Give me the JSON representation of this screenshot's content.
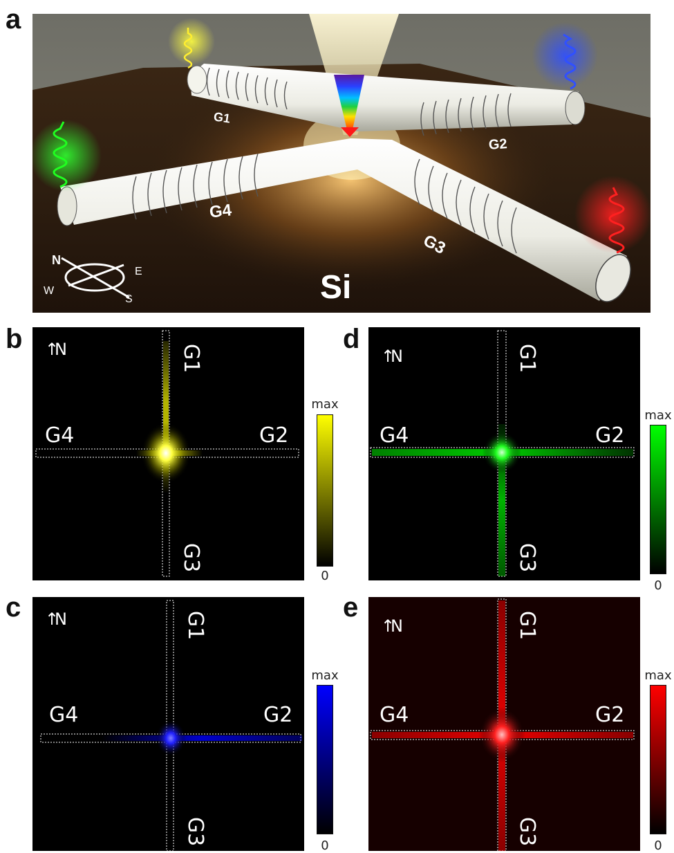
{
  "panels": {
    "a": {
      "label": "a",
      "material": "Si",
      "gratings": [
        "G1",
        "G2",
        "G3",
        "G4"
      ],
      "compass": {
        "n": "N",
        "e": "E",
        "s": "S",
        "w": "W"
      }
    },
    "b": {
      "label": "b",
      "north": "N",
      "g1": "G1",
      "g2": "G2",
      "g3": "G3",
      "g4": "G4",
      "cmax": "max",
      "cmin": "0",
      "color": "#ffff00"
    },
    "c": {
      "label": "c",
      "north": "N",
      "g1": "G1",
      "g2": "G2",
      "g3": "G3",
      "g4": "G4",
      "cmax": "max",
      "cmin": "0",
      "color": "#0000ff"
    },
    "d": {
      "label": "d",
      "north": "N",
      "g1": "G1",
      "g2": "G2",
      "g3": "G3",
      "g4": "G4",
      "cmax": "max",
      "cmin": "0",
      "color": "#00ff00"
    },
    "e": {
      "label": "e",
      "north": "N",
      "g1": "G1",
      "g2": "G2",
      "g3": "G3",
      "g4": "G4",
      "cmax": "max",
      "cmin": "0",
      "color": "#ff0000"
    }
  }
}
